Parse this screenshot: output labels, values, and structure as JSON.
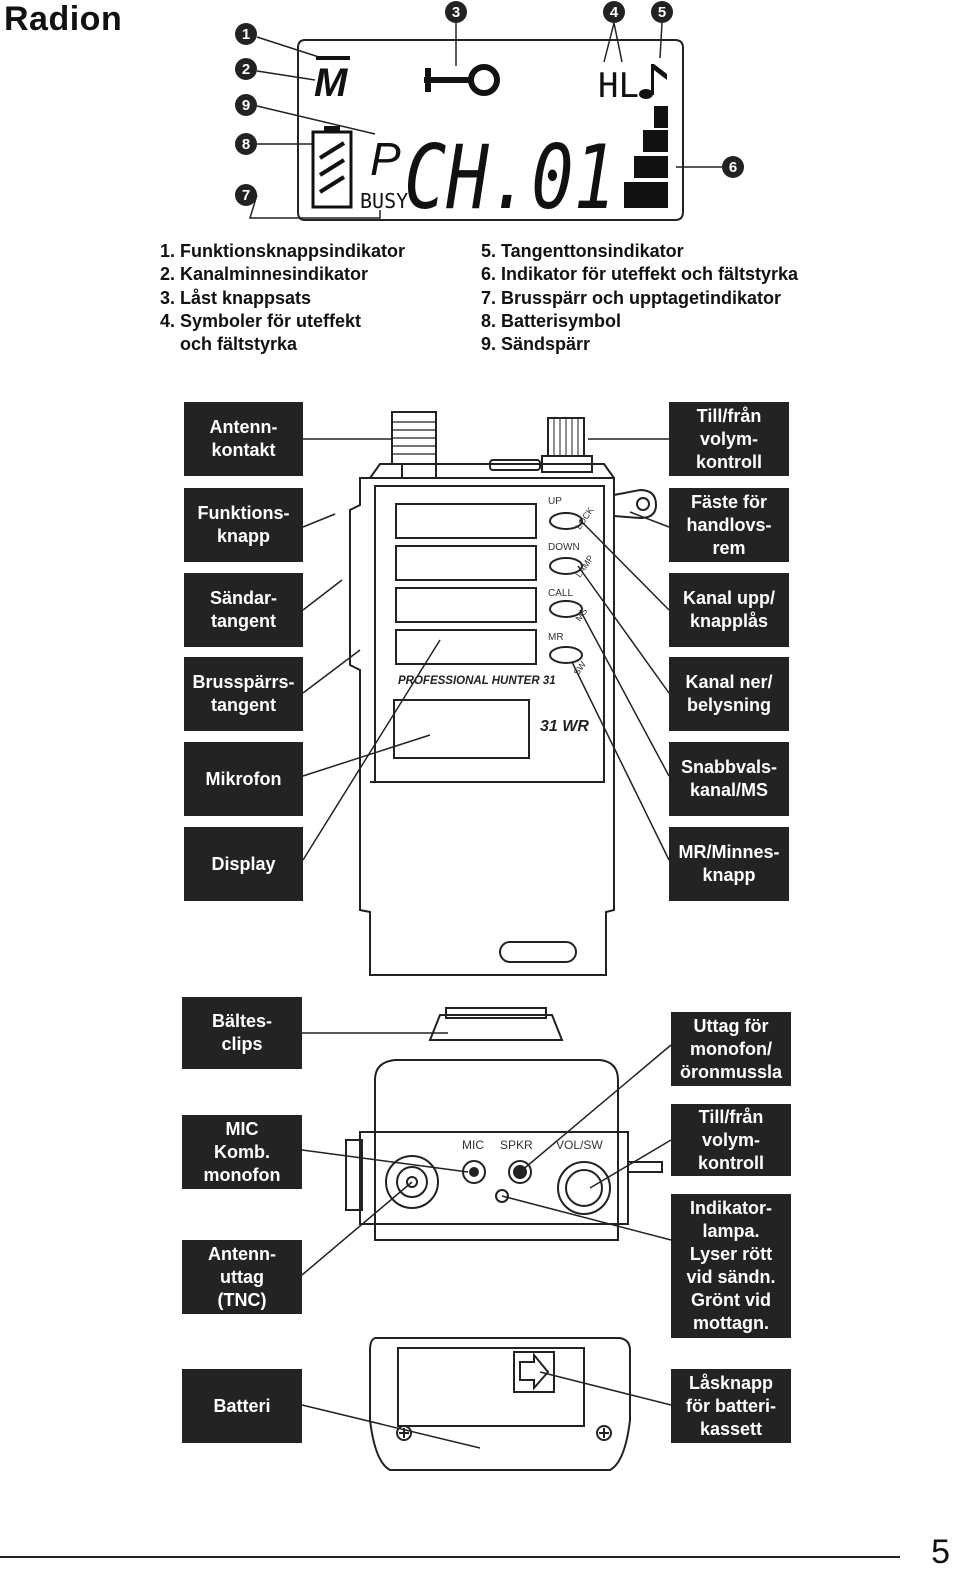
{
  "title": "Radion",
  "display_callouts": [
    "1",
    "2",
    "3",
    "4",
    "5",
    "6",
    "7",
    "8",
    "9"
  ],
  "lcd": {
    "memory": "M",
    "channel": "CH.01",
    "priority": "P",
    "busy": "BUSY",
    "power": "HL"
  },
  "legend_left": [
    "1. Funktionsknappsindikator",
    "2. Kanalminnesindikator",
    "3. Låst knappsats",
    "4. Symboler för uteffekt",
    "    och fältstyrka"
  ],
  "legend_right": [
    "5. Tangenttonsindikator",
    "6. Indikator för uteffekt och fältstyrka",
    "7. Brusspärr och upptagetindikator",
    "8. Batterisymbol",
    "9. Sändspärr"
  ],
  "front_left_labels": [
    "Antenn-\nkontakt",
    "Funktions-\nknapp",
    "Sändar-\ntangent",
    "Brusspärrs-\ntangent",
    "Mikrofon",
    "Display"
  ],
  "front_right_labels": [
    "Till/från\nvolym-\nkontroll",
    "Fäste för\nhandlovs-\nrem",
    "Kanal upp/\nknapplås",
    "Kanal ner/\nbelysning",
    "Snabbvals-\nkanal/MS",
    "MR/Minnes-\nknapp"
  ],
  "radio_keys": [
    "UP",
    "DOWN",
    "CALL",
    "MR"
  ],
  "radio_side_keys": [
    "LOCK",
    "LAMP",
    "MS",
    "SW"
  ],
  "radio_brand": "PROFESSIONAL HUNTER 31",
  "radio_model": "31 WR",
  "top_left_labels": [
    "Bältes-\nclips",
    "MIC\nKomb.\nmonofon",
    "Antenn-\nuttag\n(TNC)"
  ],
  "top_right_labels": [
    "Uttag för\nmonofon/\nöronmussla",
    "Till/från\nvolym-\nkontroll",
    "Indikator-\nlampa.\nLyser rött\nvid sändn.\nGrönt vid\nmottagn."
  ],
  "top_panel_labels": [
    "MIC",
    "SPKR",
    "VOL/SW"
  ],
  "bottom_left_label": "Batteri",
  "bottom_right_label": "Låsknapp\nför batteri-\nkassett",
  "page_number": "5"
}
